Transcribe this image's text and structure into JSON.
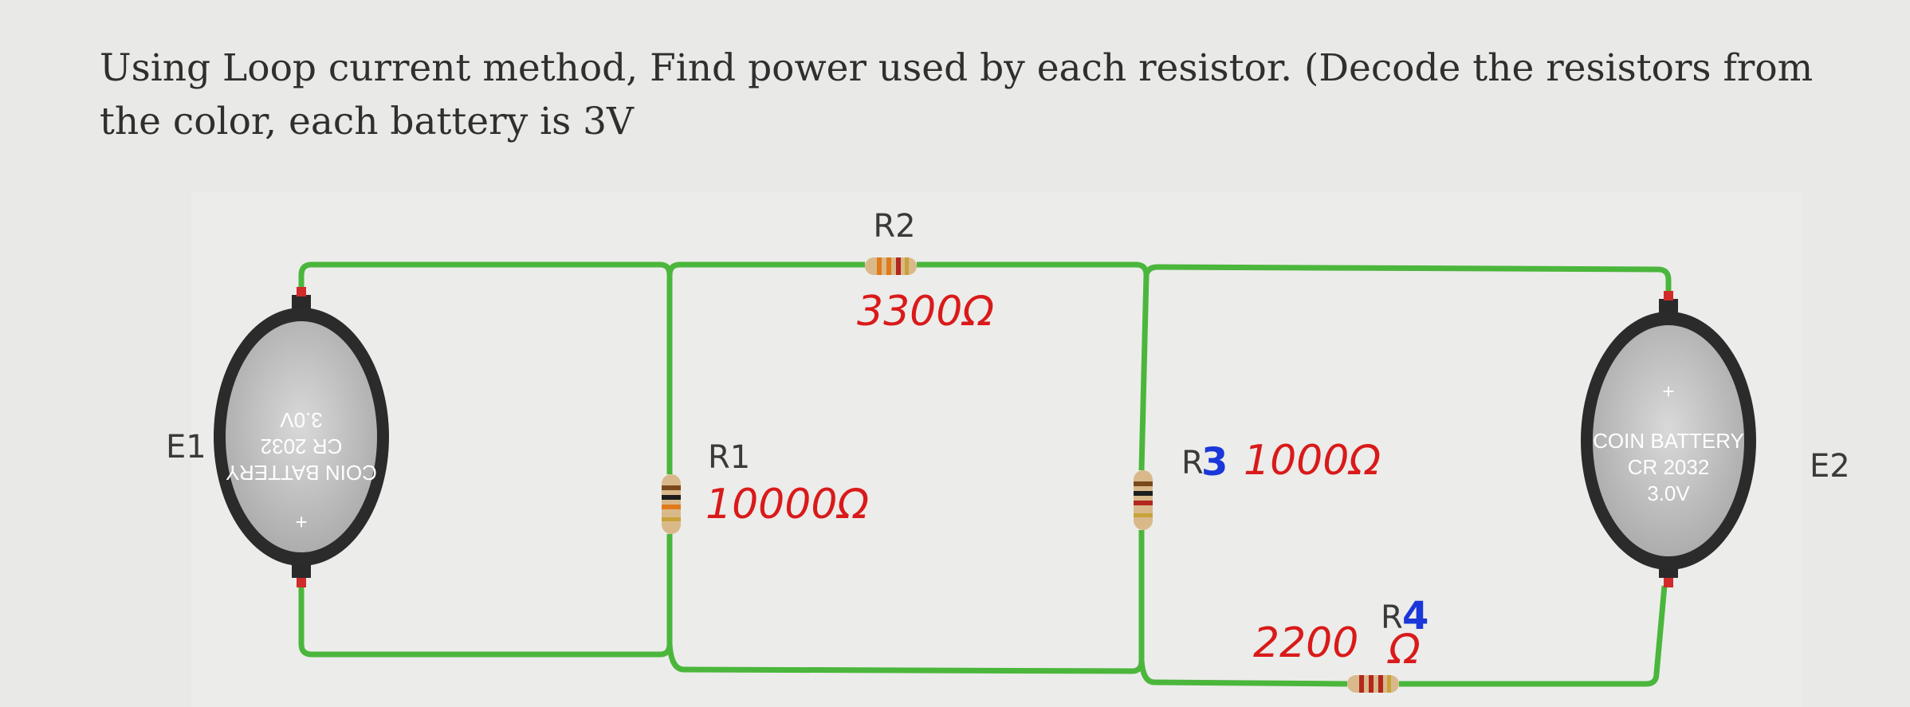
{
  "question": {
    "text": "Using Loop current method, Find power used by each resistor. (Decode the resistors from the color, each battery is 3V"
  },
  "circuit": {
    "labels": {
      "r2": "R2",
      "r1": "R1",
      "r3_prefix": "R",
      "e1": "E1",
      "e2": "E2",
      "r4_prefix": "R"
    },
    "annotations": {
      "r2_value": "3300Ω",
      "r1_value": "10000Ω",
      "r3_digit": "3",
      "r3_value": "1000Ω",
      "r4_digit": "4",
      "r4_value": "2200",
      "r4_ohm": "Ω"
    },
    "battery_e1": {
      "line1": "COIN BATTERY",
      "line2": "CR 2032",
      "line3": "3.0V",
      "plus": "+"
    },
    "battery_e2": {
      "line1": "COIN BATTERY",
      "line2": "CR 2032",
      "line3": "3.0V",
      "plus": "+"
    },
    "colors": {
      "wire": "#4bb63c",
      "annotation": "#d91a1a",
      "annotation_blue": "#1a37d9"
    }
  }
}
